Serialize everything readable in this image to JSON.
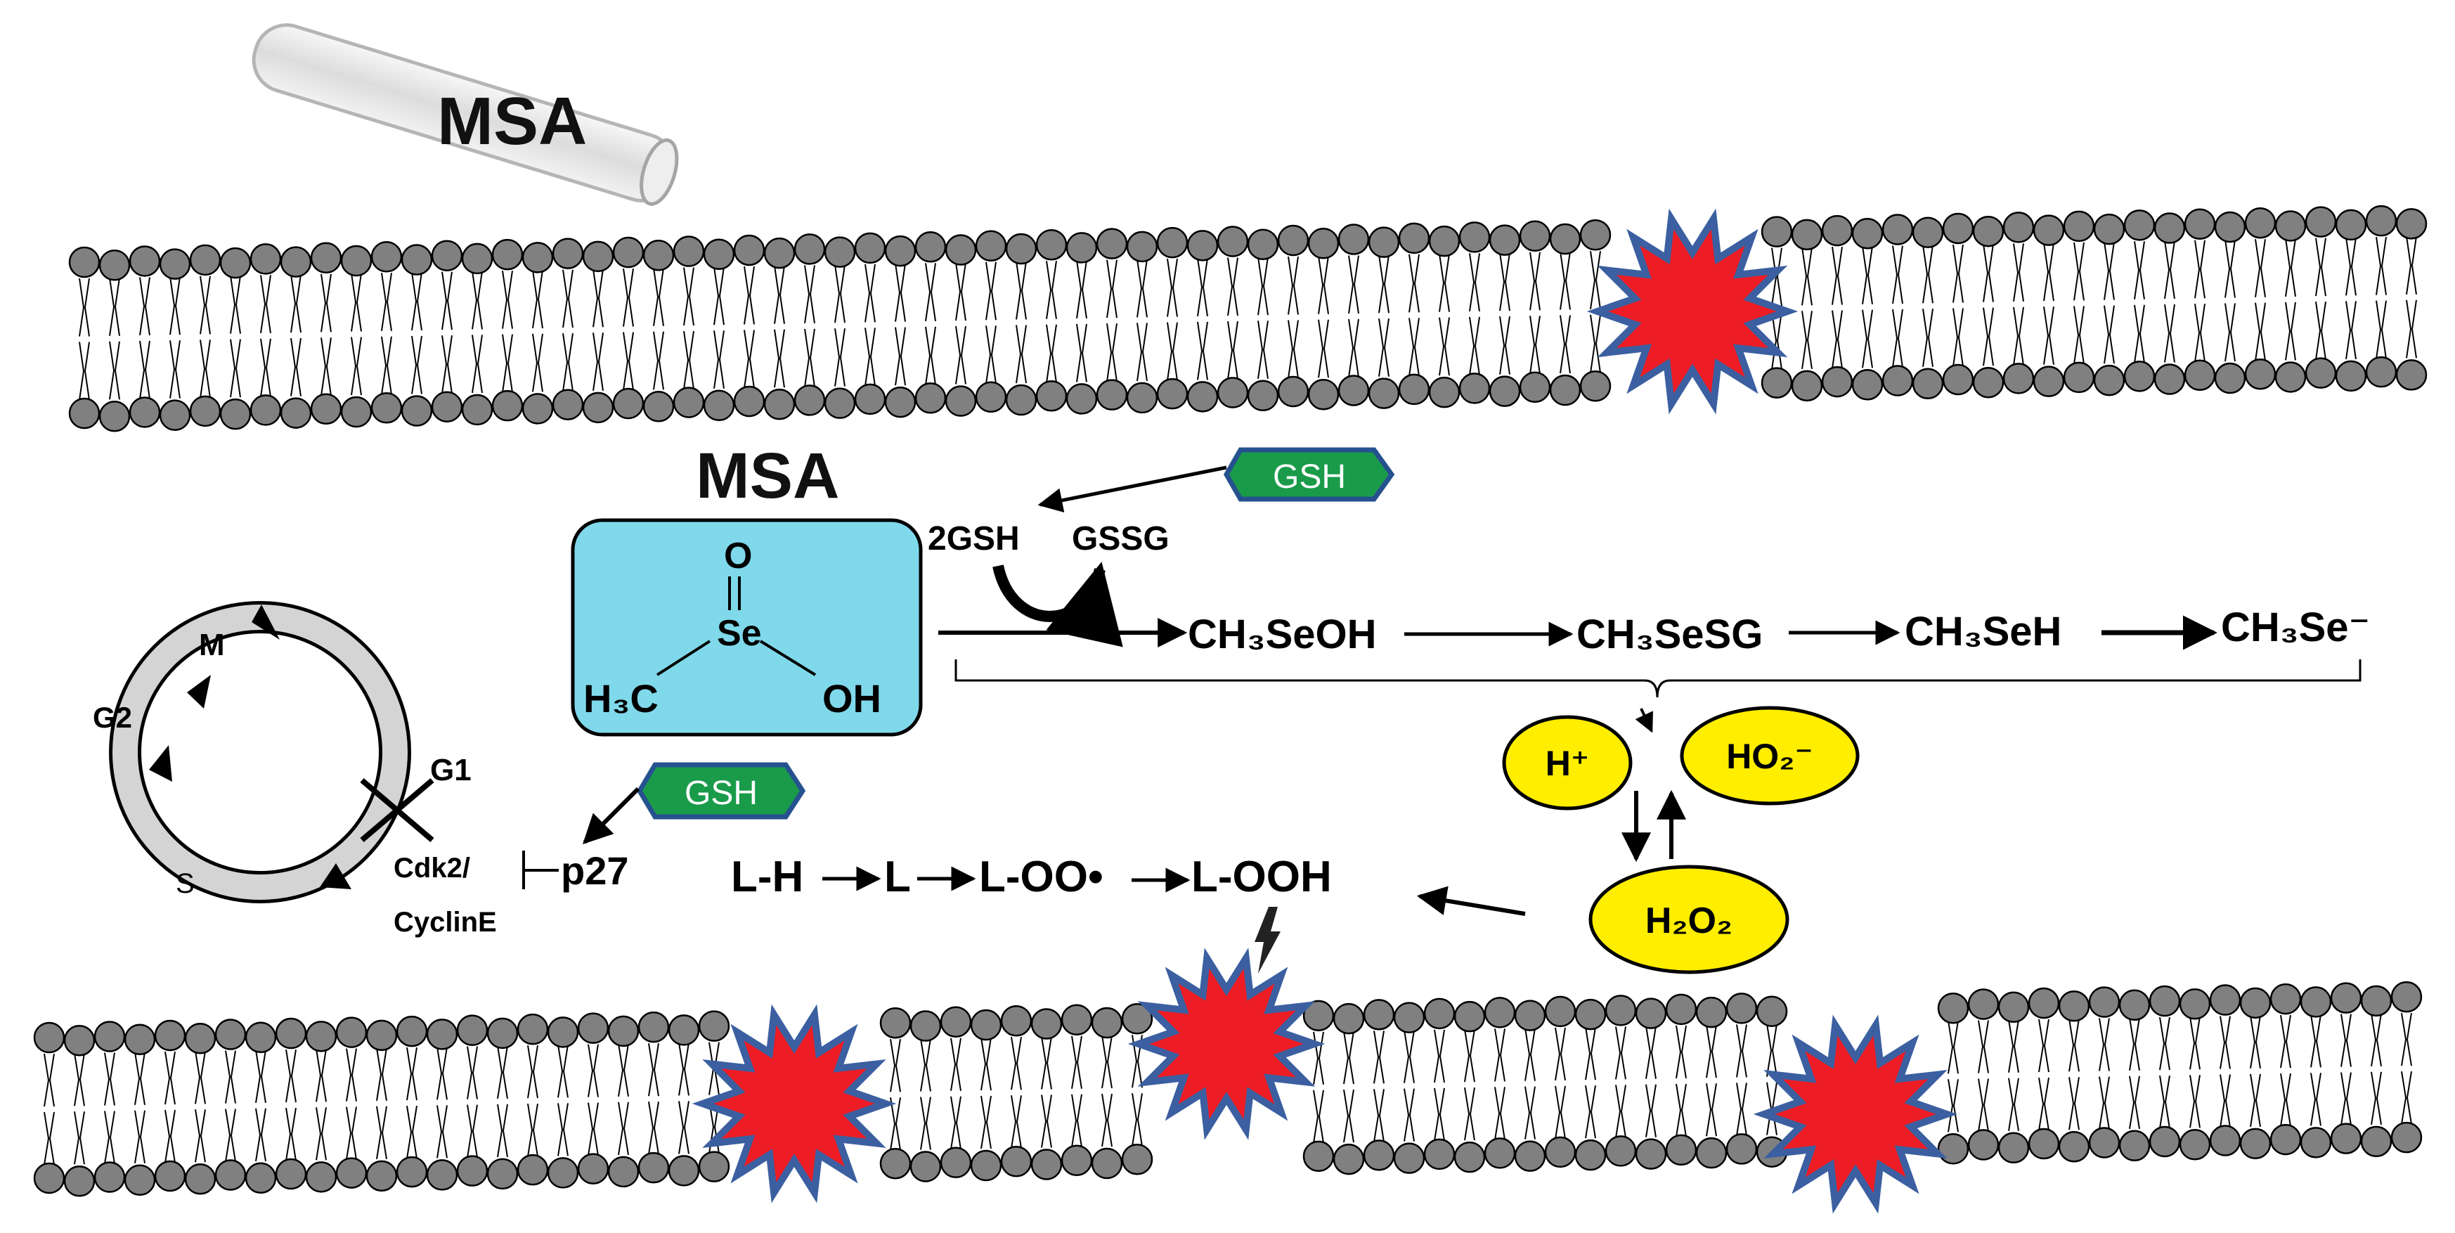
{
  "labels": {
    "msa_top": "MSA",
    "msa_box_title": "MSA",
    "oxygen": "O",
    "selenium": "Se",
    "methyl": "H₃C",
    "hydroxyl": "OH",
    "gsh_badge_top": "GSH",
    "gsh_badge_left": "GSH",
    "two_gsh": "2GSH",
    "gssg": "GSSG",
    "ch3seoh": "CH₃SeOH",
    "ch3sesg": "CH₃SeSG",
    "ch3seh": "CH₃SeH",
    "ch3se_minus": "CH₃Se⁻",
    "h_plus": "H⁺",
    "ho2_minus": "HO₂⁻",
    "h2o2": "H₂O₂",
    "lipid_lh": "L-H",
    "lipid_l": "L",
    "lipid_loo": "L-OO•",
    "lipid_looh": "L-OOH",
    "p27": "p27",
    "cdk2": "Cdk2/",
    "cycline": "CyclinE",
    "phase_m": "M",
    "phase_g2": "G2",
    "phase_g1": "G1",
    "phase_s": "S"
  },
  "colors": {
    "msa_box_fill": "#7fd9ea",
    "gsh_badge_fill": "#1a9b4a",
    "ros_fill": "#ffee00",
    "damage_fill": "#ee1c24",
    "damage_outline": "#3b5fa0",
    "lipid_head": "#808080"
  }
}
